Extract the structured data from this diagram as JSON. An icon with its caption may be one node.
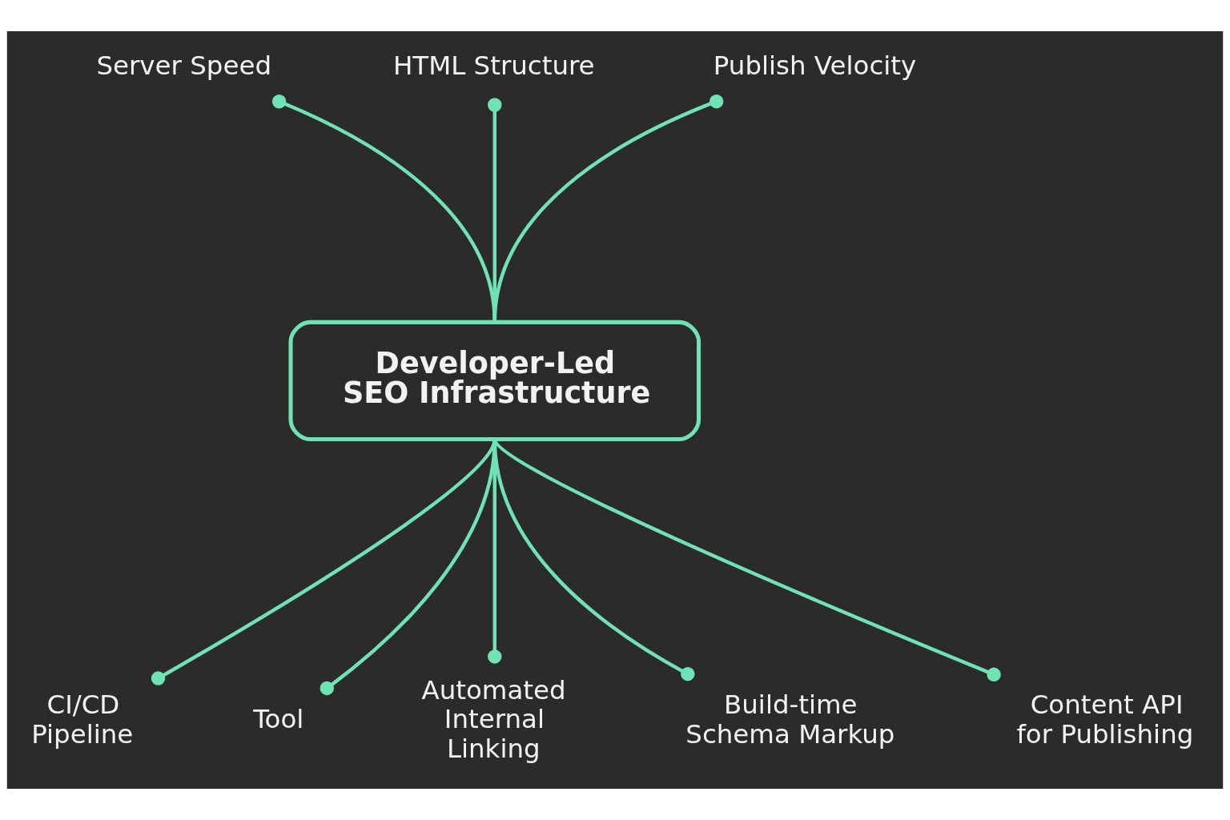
{
  "diagram": {
    "nodes": [
      {
        "text": [
          "Server Speed"
        ]
      },
      {
        "text": [
          "HTML Structure"
        ]
      },
      {
        "text": [
          "Publish Velocity"
        ]
      },
      {
        "text": [
          "Developer-Led SEO Infrastructure"
        ]
      },
      {
        "text": [
          "CI/CD Pipeline"
        ]
      },
      {
        "text": [
          "Tool"
        ]
      },
      {
        "text": [
          "Automated Internal Linking"
        ]
      },
      {
        "text": [
          "Build-time Schema Markup"
        ]
      },
      {
        "text": [
          "Content API for Publishing"
        ]
      }
    ],
    "edges": [
      {
        "from": 0,
        "to": 3,
        "arrow": "other"
      },
      {
        "from": 1,
        "to": 3,
        "arrow": "other"
      },
      {
        "from": 2,
        "to": 3,
        "arrow": "other"
      },
      {
        "from": 3,
        "to": 4,
        "arrow": "other"
      },
      {
        "from": 3,
        "to": 5,
        "arrow": "other"
      },
      {
        "from": 3,
        "to": 6,
        "arrow": "other"
      },
      {
        "from": 3,
        "to": 7,
        "arrow": "other"
      },
      {
        "from": 3,
        "to": 8,
        "arrow": "other"
      }
    ]
  }
}
